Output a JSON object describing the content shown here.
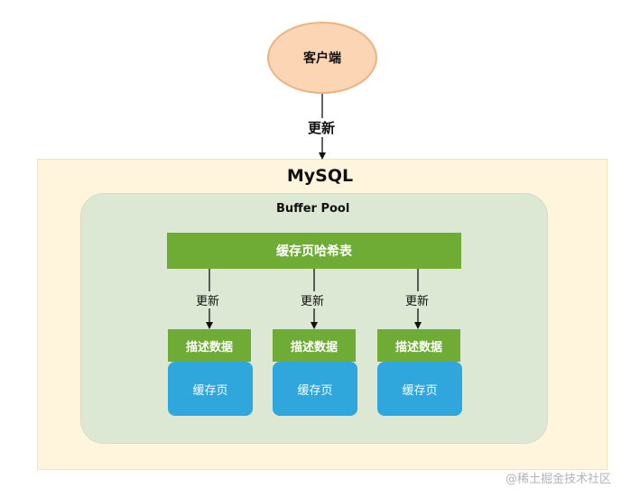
{
  "client": {
    "label": "客户端"
  },
  "top_arrow_label": "更新",
  "mysql": {
    "title": "MySQL"
  },
  "buffer_pool": {
    "title": "Buffer Pool",
    "hash_table": "缓存页哈希表",
    "columns": [
      {
        "arrow_label": "更新",
        "descriptor": "描述数据",
        "page": "缓存页"
      },
      {
        "arrow_label": "更新",
        "descriptor": "描述数据",
        "page": "缓存页"
      },
      {
        "arrow_label": "更新",
        "descriptor": "描述数据",
        "page": "缓存页"
      }
    ]
  },
  "watermark": "@稀土掘金技术社区"
}
